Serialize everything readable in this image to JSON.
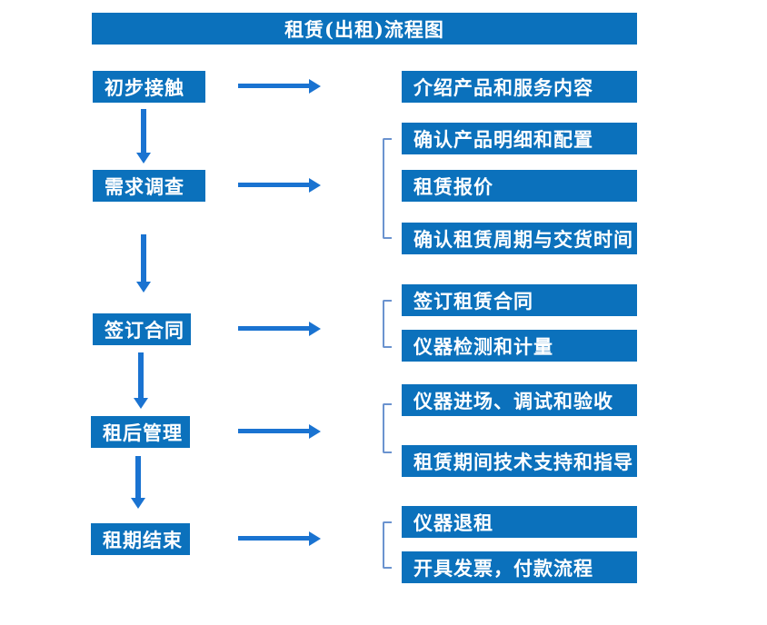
{
  "title": "租赁(出租)流程图",
  "colors": {
    "box_fill": "#0b71bc",
    "arrow": "#1a73d1",
    "bracket": "#6b93cf",
    "text": "#ffffff",
    "background": "#ffffff"
  },
  "flow": {
    "steps": [
      {
        "label": "初步接触",
        "details": [
          "介绍产品和服务内容"
        ]
      },
      {
        "label": "需求调查",
        "details": [
          "确认产品明细和配置",
          "租赁报价",
          "确认租赁周期与交货时间"
        ]
      },
      {
        "label": "签订合同",
        "details": [
          "签订租赁合同",
          "仪器检测和计量"
        ]
      },
      {
        "label": "租后管理",
        "details": [
          "仪器进场、调试和验收",
          "租赁期间技术支持和指导"
        ]
      },
      {
        "label": "租期结束",
        "details": [
          "仪器退租",
          "开具发票，付款流程"
        ]
      }
    ]
  }
}
